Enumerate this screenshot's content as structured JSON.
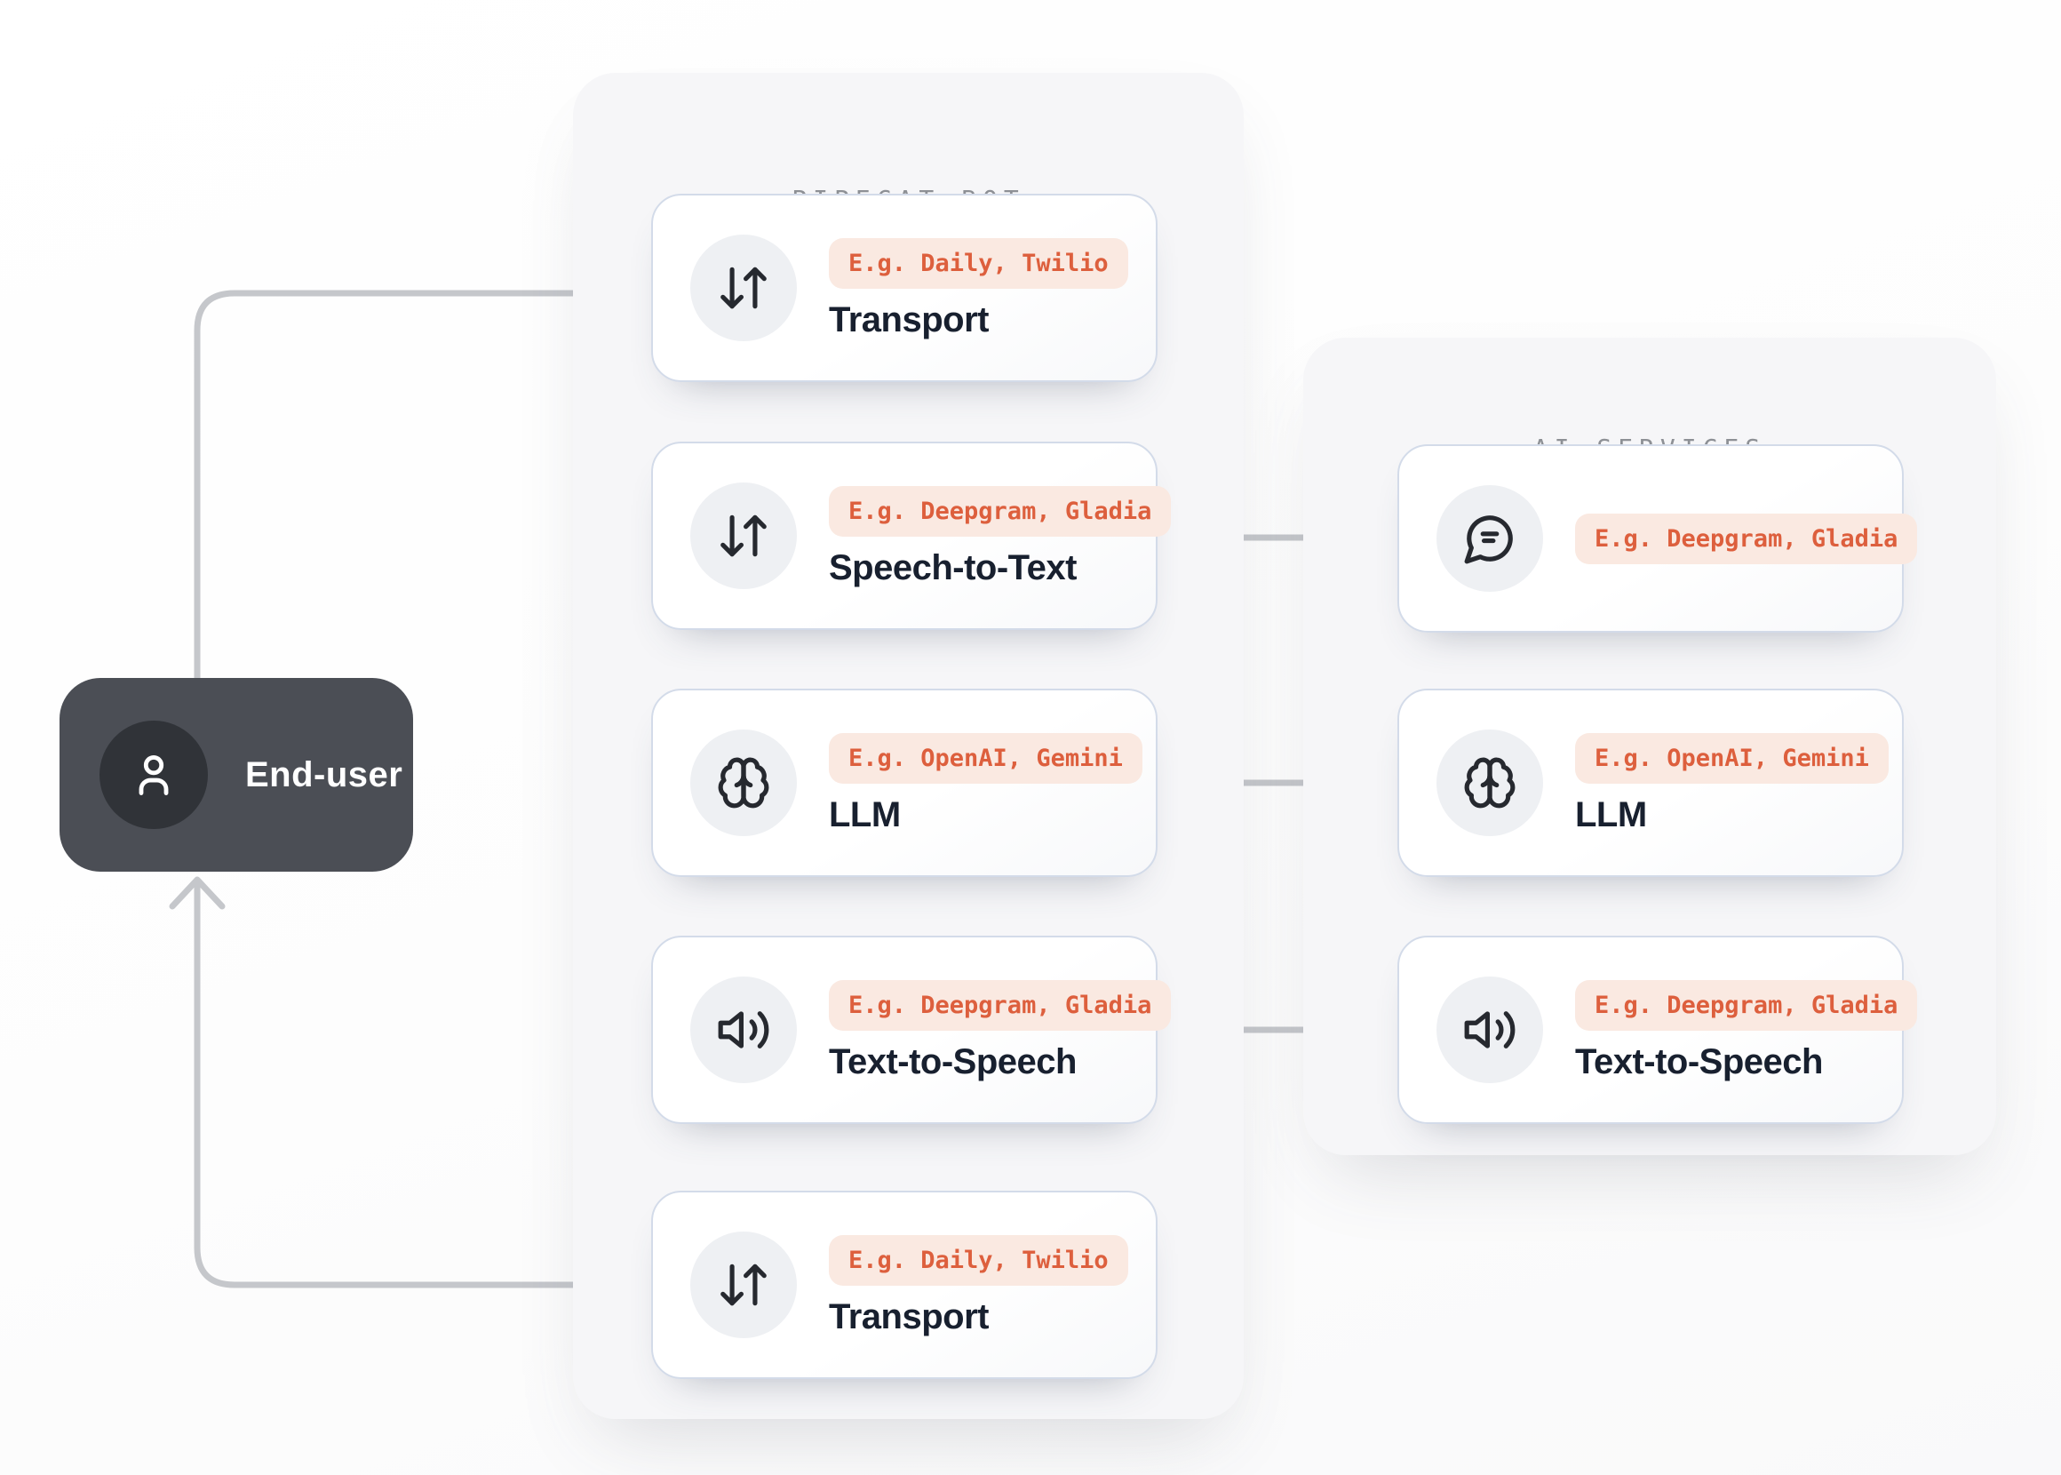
{
  "end_user": {
    "label": "End-user",
    "icon": "user-icon"
  },
  "pipecat_bot": {
    "title": "PIPECAT BOT",
    "cards": [
      {
        "icon": "arrow-down-up",
        "badge": "E.g. Daily, Twilio",
        "title": "Transport"
      },
      {
        "icon": "arrow-down-up",
        "badge": "E.g. Deepgram, Gladia",
        "title": "Speech-to-Text"
      },
      {
        "icon": "brain",
        "badge": "E.g. OpenAI, Gemini",
        "title": "LLM"
      },
      {
        "icon": "volume",
        "badge": "E.g. Deepgram, Gladia",
        "title": "Text-to-Speech"
      },
      {
        "icon": "arrow-down-up",
        "badge": "E.g. Daily, Twilio",
        "title": "Transport"
      }
    ]
  },
  "ai_services": {
    "title": "AI SERVICES",
    "cards": [
      {
        "icon": "chat-bubble",
        "badge": "E.g. Deepgram, Gladia",
        "title": ""
      },
      {
        "icon": "brain",
        "badge": "E.g. OpenAI, Gemini",
        "title": "LLM"
      },
      {
        "icon": "volume",
        "badge": "E.g. Deepgram, Gladia",
        "title": "Text-to-Speech"
      }
    ]
  },
  "connections": [
    {
      "from": "end-user",
      "to": "transport-in",
      "type": "arrow"
    },
    {
      "from": "transport-in",
      "to": "speech-to-text",
      "type": "arrow"
    },
    {
      "from": "speech-to-text",
      "to": "llm",
      "type": "arrow"
    },
    {
      "from": "llm",
      "to": "text-to-speech",
      "type": "arrow"
    },
    {
      "from": "text-to-speech",
      "to": "transport-out",
      "type": "arrow"
    },
    {
      "from": "transport-out",
      "to": "end-user",
      "type": "arrow"
    },
    {
      "from": "speech-to-text",
      "to": "ai-speech-service",
      "type": "double-arrow"
    },
    {
      "from": "llm",
      "to": "ai-llm-service",
      "type": "double-arrow"
    },
    {
      "from": "text-to-speech",
      "to": "ai-tts-service",
      "type": "double-arrow"
    }
  ],
  "colors": {
    "accent_text": "#dd5f3d",
    "badge_bg": "#fae9e1",
    "card_border": "#d3dbe9",
    "card_bg": "#ffffff",
    "panel_bg": "#f6f6f8",
    "end_user_bg": "#4b4e55",
    "end_user_circle": "#303338",
    "connector": "#c5c7cb",
    "title_text": "#18202f",
    "section_text": "#8d9095"
  }
}
